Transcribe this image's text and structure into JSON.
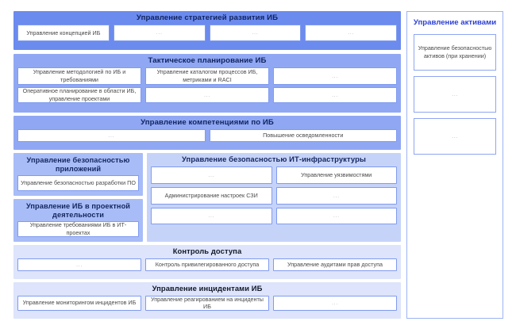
{
  "diagram": {
    "ellipsis": "...",
    "colors": {
      "strong_block": "#6c8bee",
      "mid_block": "#90a8f4",
      "soft_block": "#a8bcf7",
      "light_block": "#c6d3f9",
      "pale_block": "#dde4fb",
      "cell_border": "#7f9bef",
      "title_dark": "#11235e",
      "panel_title": "#2b3ed6"
    },
    "blocks": [
      {
        "id": "strategy",
        "title": "Управление стратегией развития ИБ",
        "cells": [
          "Управление концепцией ИБ",
          "...",
          "...",
          "..."
        ]
      },
      {
        "id": "tactical",
        "title": "Тактическое планирование ИБ",
        "cells_row1": [
          "Управление методологией по ИБ и требованиями",
          "Управление каталогом процессов ИБ, метриками и RACI",
          "..."
        ],
        "cells_row2": [
          "Оперативное планирование в области ИБ, управление проектами",
          "...",
          "..."
        ]
      },
      {
        "id": "competence",
        "title": "Управление компетенциями по ИБ",
        "cells": [
          "...",
          "Повышение осведомленности"
        ]
      },
      {
        "id": "appsec",
        "title": "Управление безопасностью приложений",
        "cells": [
          "Управление безопасностью разработки ПО"
        ]
      },
      {
        "id": "project",
        "title": "Управление ИБ в проектной деятельности",
        "cells": [
          "Управление требованиями ИБ в ИТ-проектах"
        ]
      },
      {
        "id": "infra",
        "title": "Управление безопасностью ИТ-инфраструктуры",
        "cells_row1": [
          "...",
          "Управление уязвимостями"
        ],
        "cells_row2": [
          "Администрирование настроек СЗИ",
          "..."
        ],
        "cells_row3": [
          "...",
          "..."
        ]
      },
      {
        "id": "access",
        "title": "Контроль доступа",
        "cells": [
          "...",
          "Контроль привилегированного доступа",
          "Управление аудитами прав доступа"
        ]
      },
      {
        "id": "incidents",
        "title": "Управление инцидентами ИБ",
        "cells": [
          "Управление мониторингом инцидентов ИБ",
          "Управление реагированием на инциденты ИБ",
          "..."
        ]
      }
    ],
    "panel": {
      "id": "assets",
      "title": "Управление активами",
      "cells": [
        "Управление безопасностью активов (при хранении)",
        "...",
        "..."
      ]
    }
  }
}
